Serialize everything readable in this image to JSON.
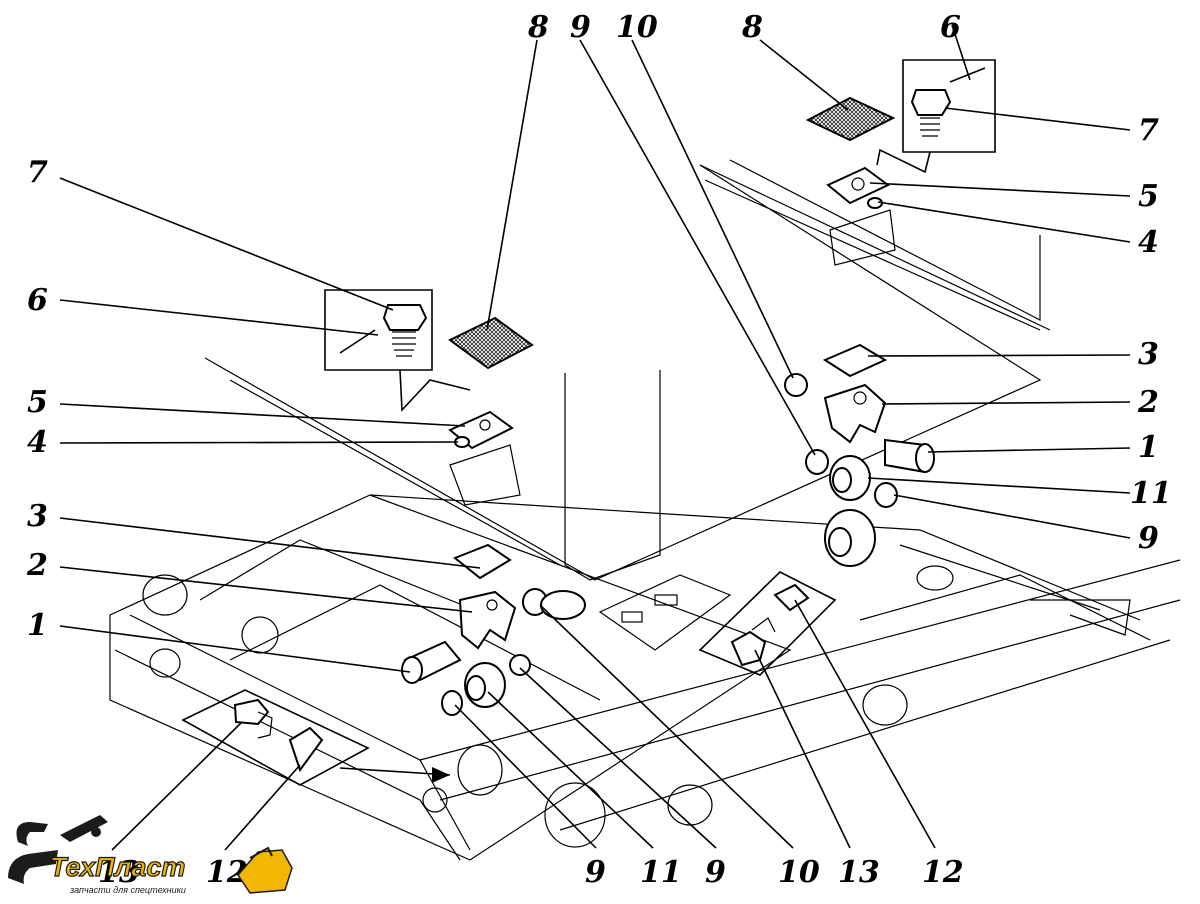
{
  "diagram": {
    "callouts": {
      "left_7": "7",
      "left_6": "6",
      "left_5": "5",
      "left_4": "4",
      "left_3": "3",
      "left_2": "2",
      "left_1": "1",
      "top_8a": "8",
      "top_9": "9",
      "top_10": "10",
      "top_8b": "8",
      "top_6": "6",
      "right_7": "7",
      "right_5": "5",
      "right_4": "4",
      "right_3": "3",
      "right_2": "2",
      "right_1": "1",
      "right_11": "11",
      "right_9": "9",
      "bottom_9a": "9",
      "bottom_11": "11",
      "bottom_9b": "9",
      "bottom_10": "10",
      "bottom_13": "13",
      "bottom_12": "12",
      "bottom_13_left": "13",
      "bottom_12_left": "12"
    }
  },
  "logo": {
    "name": "ТехПласт",
    "tagline": "запчасти для спецтехники",
    "colors": {
      "primary": "#f2b705",
      "outline": "#1b1b1b"
    }
  }
}
